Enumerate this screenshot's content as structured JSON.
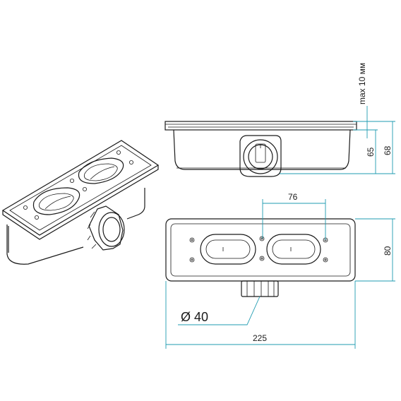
{
  "dimensions": {
    "max_depth_label": "max 10 мм",
    "height_65": "65",
    "height_68": "68",
    "spacing_76": "76",
    "depth_80": "80",
    "length_225": "225",
    "outlet_diameter": "Ø 40"
  },
  "colors": {
    "line": "#1a1a1a",
    "dimension": "#1f9bb0",
    "background": "#ffffff"
  }
}
